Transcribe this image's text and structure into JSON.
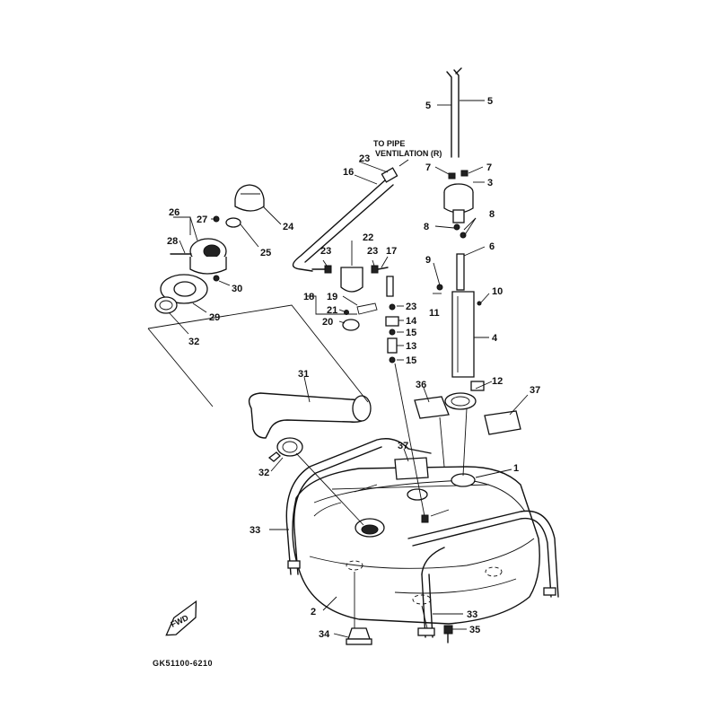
{
  "diagram": {
    "callouts": {
      "c1": "1",
      "c2": "2",
      "c3": "3",
      "c4": "4",
      "c5a": "5",
      "c5b": "5",
      "c6": "6",
      "c7a": "7",
      "c7b": "7",
      "c8a": "8",
      "c8b": "8",
      "c9": "9",
      "c10": "10",
      "c11": "11",
      "c12": "12",
      "c13": "13",
      "c14": "14",
      "c15a": "15",
      "c15b": "15",
      "c16": "16",
      "c17": "17",
      "c18": "18",
      "c19": "19",
      "c20": "20",
      "c21": "21",
      "c22": "22",
      "c23a": "23",
      "c23b": "23",
      "c23c": "23",
      "c23d": "23",
      "c24": "24",
      "c25": "25",
      "c26": "26",
      "c27": "27",
      "c28": "28",
      "c29": "29",
      "c30": "30",
      "c31": "31",
      "c32a": "32",
      "c32b": "32",
      "c33a": "33",
      "c33b": "33",
      "c34": "34",
      "c35": "35",
      "c36": "36",
      "c37a": "37",
      "c37b": "37"
    },
    "note_line1": "TO PIPE",
    "note_line2": "VENTILATION (R)",
    "fwd_label": "FWD",
    "drawing_code": "GK51100-6210"
  }
}
